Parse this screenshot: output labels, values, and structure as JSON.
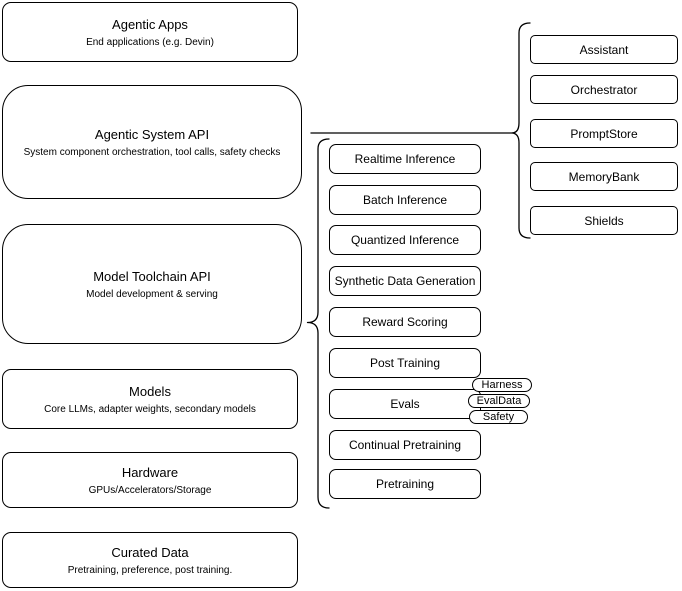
{
  "colors": {
    "background": "#ffffff",
    "border": "#000000",
    "text": "#000000"
  },
  "left_column": {
    "nodes": [
      {
        "title": "Agentic Apps",
        "subtitle": "End applications (e.g. Devin)"
      },
      {
        "title": "Agentic System API",
        "subtitle": "System component orchestration, tool calls, safety checks"
      },
      {
        "title": "Model Toolchain API",
        "subtitle": "Model development & serving"
      },
      {
        "title": "Models",
        "subtitle": "Core LLMs, adapter weights, secondary models"
      },
      {
        "title": "Hardware",
        "subtitle": "GPUs/Accelerators/Storage"
      },
      {
        "title": "Curated Data",
        "subtitle": "Pretraining, preference, post training."
      }
    ]
  },
  "toolchain_group": {
    "items": [
      "Realtime Inference",
      "Batch Inference",
      "Quantized Inference",
      "Synthetic Data Generation",
      "Reward Scoring",
      "Post Training",
      "Evals",
      "Continual Pretraining",
      "Pretraining"
    ],
    "eval_tags": [
      "Harness",
      "EvalData",
      "Safety"
    ]
  },
  "system_group": {
    "items": [
      "Assistant",
      "Orchestrator",
      "PromptStore",
      "MemoryBank",
      "Shields"
    ]
  }
}
